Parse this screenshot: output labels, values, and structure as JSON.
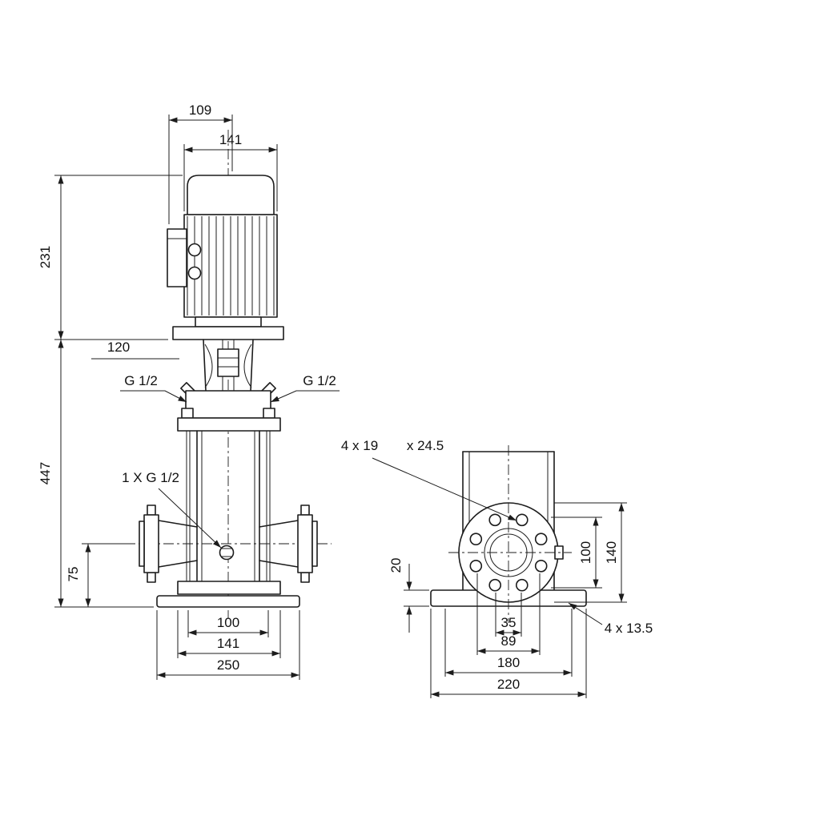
{
  "colors": {
    "background": "#ffffff",
    "line": "#1c1c1c"
  },
  "front_view": {
    "dim_109": "109",
    "dim_141_top": "141",
    "dim_231": "231",
    "dim_120": "120",
    "port_left_label": "G 1/2",
    "port_right_label": "G 1/2",
    "dim_447": "447",
    "drain_label": "1 X G 1/2",
    "dim_75": "75",
    "dim_100_bottom": "100",
    "dim_141_bottom": "141",
    "dim_250": "250"
  },
  "side_view": {
    "flange_holes_label": "4 x 19",
    "flange_holes_label2": "x 24.5",
    "dim_20": "20",
    "dim_100": "100",
    "dim_140": "140",
    "dim_35": "35",
    "dim_89": "89",
    "dim_180": "180",
    "dim_220": "220",
    "base_holes_label": "4 x 13.5"
  }
}
